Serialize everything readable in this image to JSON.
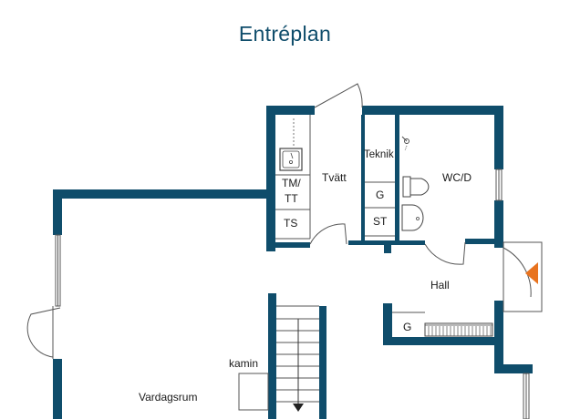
{
  "title": "Entréplan",
  "rooms": {
    "tvatt": "Tvätt",
    "teknik": "Teknik",
    "wcd": "WC/D",
    "hall": "Hall",
    "vardagsrum": "Vardagsrum",
    "kamin": "kamin"
  },
  "fixtures": {
    "tmtt_line1": "TM/",
    "tmtt_line2": "TT",
    "ts": "TS",
    "g_laundry": "G",
    "st": "ST",
    "g_hall": "G"
  },
  "colors": {
    "wall": "#0f4d6b",
    "entrance_arrow": "#e8731f",
    "title": "#0f4d6b"
  },
  "icons": {
    "entrance": "entrance-arrow-icon",
    "sink": "sink-icon",
    "toilet": "toilet-icon",
    "washbasin": "washbasin-icon",
    "shower": "shower-head-icon"
  }
}
